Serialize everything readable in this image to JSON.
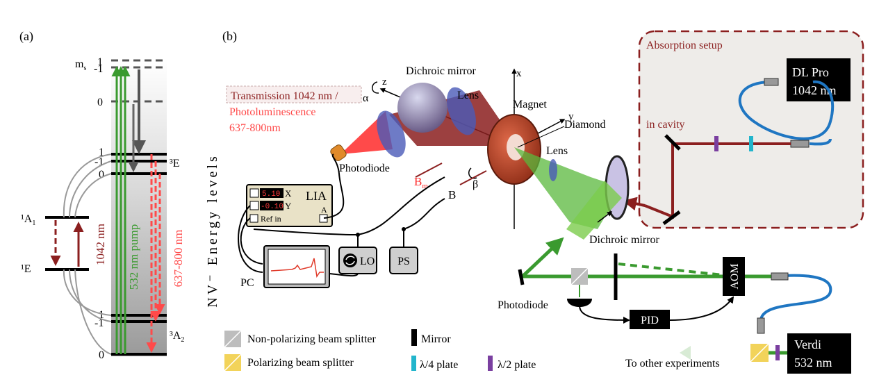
{
  "panel_a": {
    "panel_label": "(a)",
    "ms_label": "m",
    "ms_sub": "s",
    "upper_dashed": {
      "one": "1",
      "minus_one": "-1",
      "zero": "0"
    },
    "e3_levels": {
      "one": "1",
      "minus_one": "-1",
      "zero": "0"
    },
    "e3_label": "³E",
    "a1_label": "¹A",
    "a1_sub": "1",
    "e1_label": "¹E",
    "ground_levels": {
      "one": "1",
      "minus_one": "-1",
      "zero": "0"
    },
    "a2_label": "³A",
    "a2_sub": "2",
    "wavelength_1042": "1042 nm",
    "pump_label": "532 nm pump",
    "pl_label": "637-800 nm",
    "colors": {
      "pump": "#3a9a2f",
      "pl": "#ff4a4a",
      "ir": "#8b1f1f",
      "decay": "#555555"
    }
  },
  "panel_b": {
    "panel_label": "(b)",
    "nv_vertical_label": "NV⁻ Energy levels",
    "transmission_label": "Transmission 1042 nm /",
    "photolum_label": "Photoluminescence",
    "photolum_range": "637-800nm",
    "photodiode_top": "Photodiode",
    "dichroic_top": "Dichroic mirror",
    "lens_top": "Lens",
    "magnet": "Magnet",
    "diamond": "Diamond",
    "lens_right": "Lens",
    "dichroic_bottom": "Dichroic mirror",
    "axis_x": "x",
    "axis_y": "y",
    "axis_z": "z",
    "alpha": "α",
    "beta": "β",
    "bm": "B",
    "bm_sub": "m",
    "b": "B",
    "lia": {
      "title": "LIA",
      "display_x": "5.10",
      "display_y": "-0.10",
      "x_label": "X",
      "y_label": "Y",
      "ref_in": "Ref in",
      "a_label": "A"
    },
    "pc": "PC",
    "lo": "LO",
    "ps": "PS",
    "absorption_title": "Absorption setup",
    "in_cavity": "in cavity",
    "dl_pro_line1": "DL Pro",
    "dl_pro_line2": "1042 nm",
    "photodiode_bottom": "Photodiode",
    "pid": "PID",
    "aom": "AOM",
    "verdi_line1": "Verdi",
    "verdi_line2": "532 nm",
    "to_other": "To other experiments",
    "colors": {
      "ir_beam": "#8b1f1f",
      "green_beam": "#3a9a2f",
      "red_beam": "#ff2a2a",
      "box_border": "#8b1f1f"
    }
  },
  "legend": {
    "non_pol_bs": "Non-polarizing beam splitter",
    "pol_bs": "Polarizing beam splitter",
    "mirror": "Mirror",
    "quarter_plate": "λ/4 plate",
    "half_plate": "λ/2 plate",
    "colors": {
      "quarter": "#22b5cc",
      "half": "#7a3fa0",
      "pbs": "#f2d35a",
      "npbs": "#bdbdbd"
    }
  }
}
